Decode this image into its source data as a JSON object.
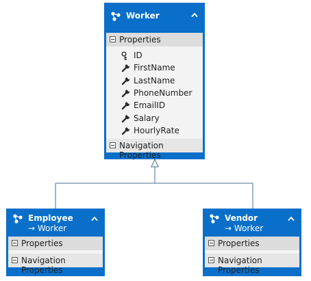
{
  "entities": {
    "worker": {
      "name": "Worker",
      "properties_label": "Properties",
      "properties": [
        "ID",
        "FirstName",
        "LastName",
        "PhoneNumber",
        "EmailID",
        "Salary",
        "HourlyRate"
      ],
      "key_property": "ID",
      "navigation_label": "Navigation Properties"
    },
    "employee": {
      "name": "Employee",
      "base_type": "→ Worker",
      "properties_label": "Properties",
      "navigation_label": "Navigation Properties"
    },
    "vendor": {
      "name": "Vendor",
      "base_type": "→ Worker",
      "properties_label": "Properties",
      "navigation_label": "Navigation Properties"
    }
  },
  "icons": {
    "entity": "entity-icon",
    "key": "key-icon",
    "property": "wrench-icon",
    "collapse": "chevron-up-icon",
    "section_toggle": "minus-box-icon"
  },
  "colors": {
    "header": "#0a6fc9",
    "section": "#dcdcdc",
    "body": "#f3f3f3",
    "connector": "#4a6d8c"
  }
}
